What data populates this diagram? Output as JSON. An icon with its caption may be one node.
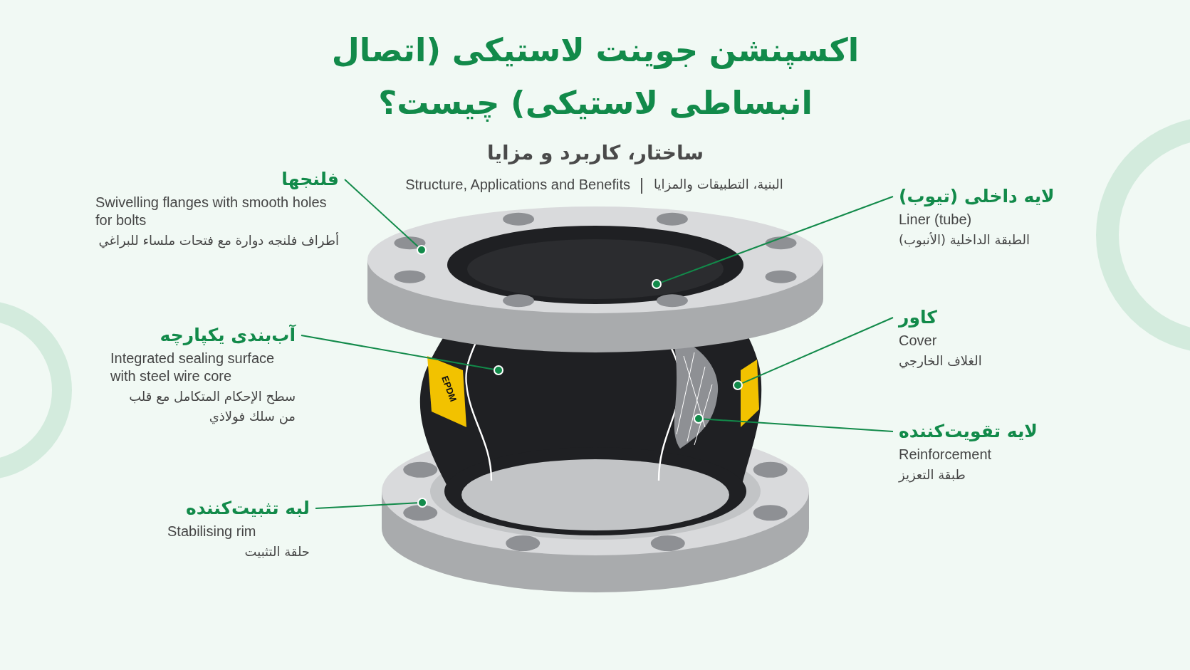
{
  "diagram": {
    "title": "اکسپنشن جوینت لاستیکی (اتصال انبساطی لاستیکی) چیست؟",
    "nodes": [
      {
        "text": [
          "فلنجها",
          "Swivelling flanges with smooth holes for bolts",
          "أطراف فلنجه دوارة مع فتحات ملساء للبراغي"
        ]
      },
      {
        "text": [
          "آب‌بندی یکپارچه",
          "Integrated sealing surface with steel wire core",
          "سطح الإحكام المتكامل مع قلب من سلك فولاذي"
        ]
      },
      {
        "text": [
          "لبه تثبیت‌کننده",
          "Stabilising rim",
          "حلقة التثبيت"
        ]
      },
      {
        "text": [
          "لایه داخلی (تیوب)",
          "Liner (tube)",
          "الطبقة الداخلية (الأنبوب)"
        ]
      },
      {
        "text": [
          "کاور",
          "Cover",
          "الغلاف الخارجي"
        ]
      },
      {
        "text": [
          "لایه تقویت‌کننده",
          "Reinforcement",
          "طبقة التعزيز"
        ]
      },
      {
        "text": [],
        "shape": "circle"
      },
      {
        "text": [],
        "shape": "circle"
      },
      {
        "text": [],
        "shape": "circle"
      },
      {
        "text": [],
        "shape": "circle"
      },
      {
        "text": [],
        "shape": "circle"
      },
      {
        "text": [],
        "shape": "circle"
      }
    ],
    "edges": [
      {
        "from": 0,
        "to": 6,
        "arrow": "none"
      },
      {
        "from": 1,
        "to": 8,
        "arrow": "none"
      },
      {
        "from": 2,
        "to": 7,
        "arrow": "none"
      },
      {
        "from": 3,
        "to": 9,
        "arrow": "none"
      },
      {
        "from": 4,
        "to": 11,
        "arrow": "none"
      },
      {
        "from": 5,
        "to": 10,
        "arrow": "none"
      }
    ],
    "labels": [
      "ساختار، کاربرد و مزایا",
      "Structure, Applications and Benefits",
      "البنية، التطبيقات والمزايا",
      "EPDM"
    ]
  }
}
